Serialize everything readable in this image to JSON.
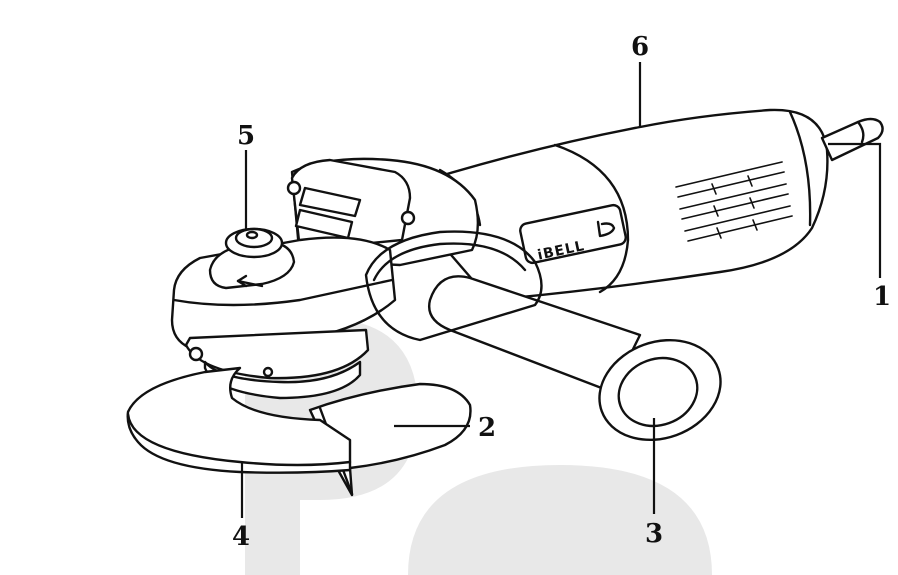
{
  "diagram": {
    "brand_text": "iBELL",
    "callouts": [
      {
        "id": "1",
        "text": "1"
      },
      {
        "id": "2",
        "text": "2"
      },
      {
        "id": "3",
        "text": "3"
      },
      {
        "id": "4",
        "text": "4"
      },
      {
        "id": "5",
        "text": "5"
      },
      {
        "id": "6",
        "text": "6"
      }
    ],
    "colors": {
      "ink": "#111111",
      "watermark": "#e8e8e8",
      "background": "#ffffff"
    }
  }
}
